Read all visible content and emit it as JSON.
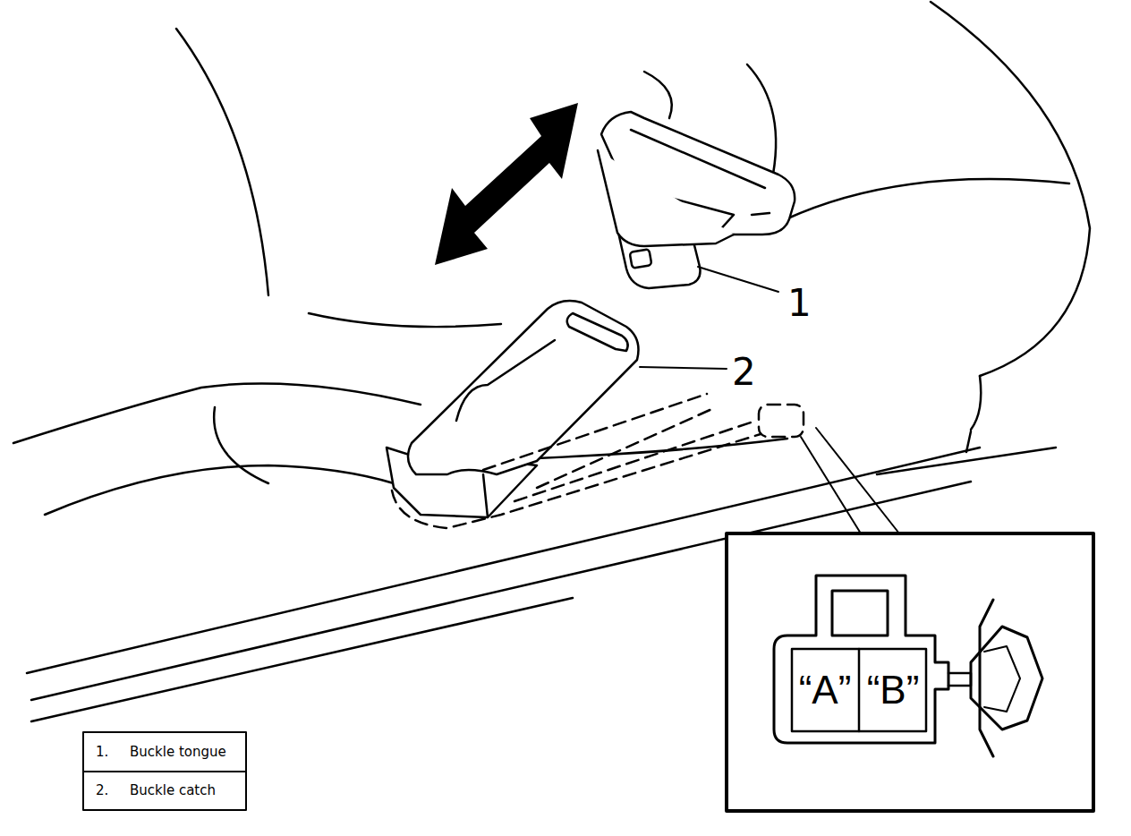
{
  "diagram": {
    "labels": [
      "1",
      "2",
      "“A”",
      "“B”",
      "1.",
      "Buckle tongue",
      "2.",
      "Buckle catch"
    ]
  }
}
